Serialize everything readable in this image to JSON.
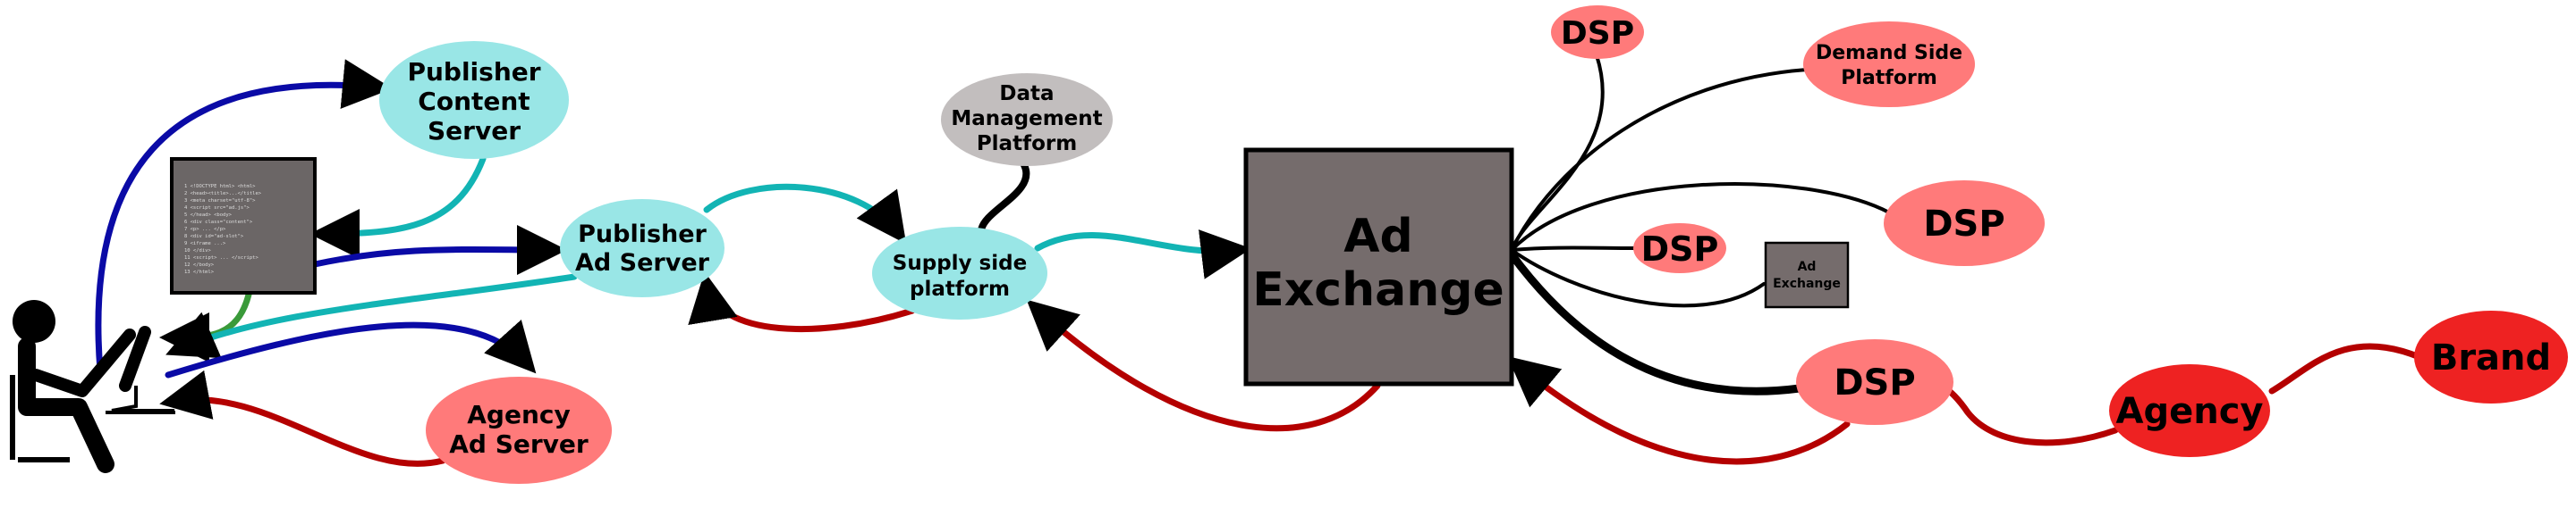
{
  "colors": {
    "cyan_node": "#99e6e6",
    "pink_node": "#ff7a7a",
    "red_node": "#ee2222",
    "grey_node": "#c2bebe",
    "exchange_box": "#756c6c",
    "blue_edge": "#0a0aa6",
    "teal_edge": "#12b4b4",
    "red_edge": "#b40000",
    "green_edge": "#3a9a3a",
    "black_edge": "#000000"
  },
  "nodes": {
    "publisher_content_server": [
      "Publisher",
      "Content",
      "Server"
    ],
    "publisher_ad_server": [
      "Publisher",
      "Ad Server"
    ],
    "agency_ad_server": [
      "Agency",
      "Ad Server"
    ],
    "data_management_platform": [
      "Data",
      "Management",
      "Platform"
    ],
    "supply_side_platform": [
      "Supply side",
      "platform"
    ],
    "ad_exchange": [
      "Ad",
      "Exchange"
    ],
    "small_ad_exchange": [
      "Ad",
      "Exchange"
    ],
    "dsp_top": "DSP",
    "demand_side_platform": [
      "Demand Side",
      "Platform"
    ],
    "dsp_right": "DSP",
    "dsp_small": "DSP",
    "dsp_bottom": "DSP",
    "agency": "Agency",
    "brand": "Brand"
  },
  "user_icon": "seated-user-at-computer-icon",
  "webpage_icon": "webpage-html-document-icon"
}
